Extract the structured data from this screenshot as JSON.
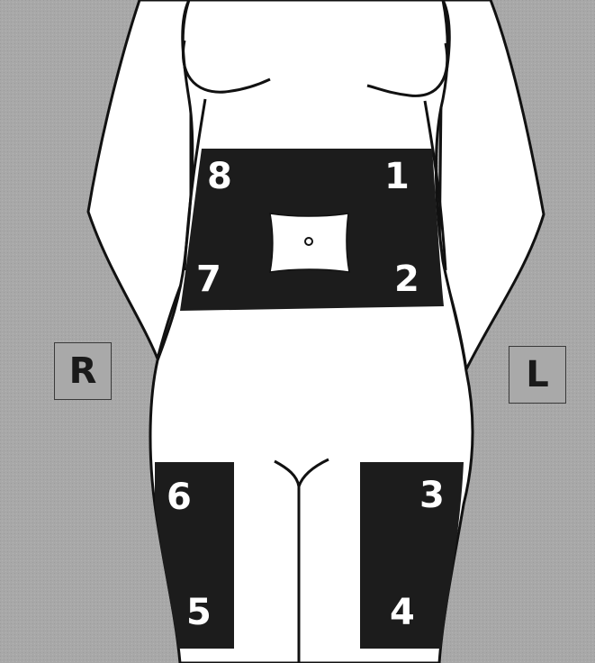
{
  "side_labels": {
    "right": "R",
    "left": "L"
  },
  "zones": [
    {
      "number": "1"
    },
    {
      "number": "2"
    },
    {
      "number": "3"
    },
    {
      "number": "4"
    },
    {
      "number": "5"
    },
    {
      "number": "6"
    },
    {
      "number": "7"
    },
    {
      "number": "8"
    }
  ],
  "colors": {
    "background": "#a8a8a8",
    "body": "#ffffff",
    "outline": "#111111",
    "zone_fill": "#1c1c1c",
    "zone_text": "#ffffff"
  }
}
